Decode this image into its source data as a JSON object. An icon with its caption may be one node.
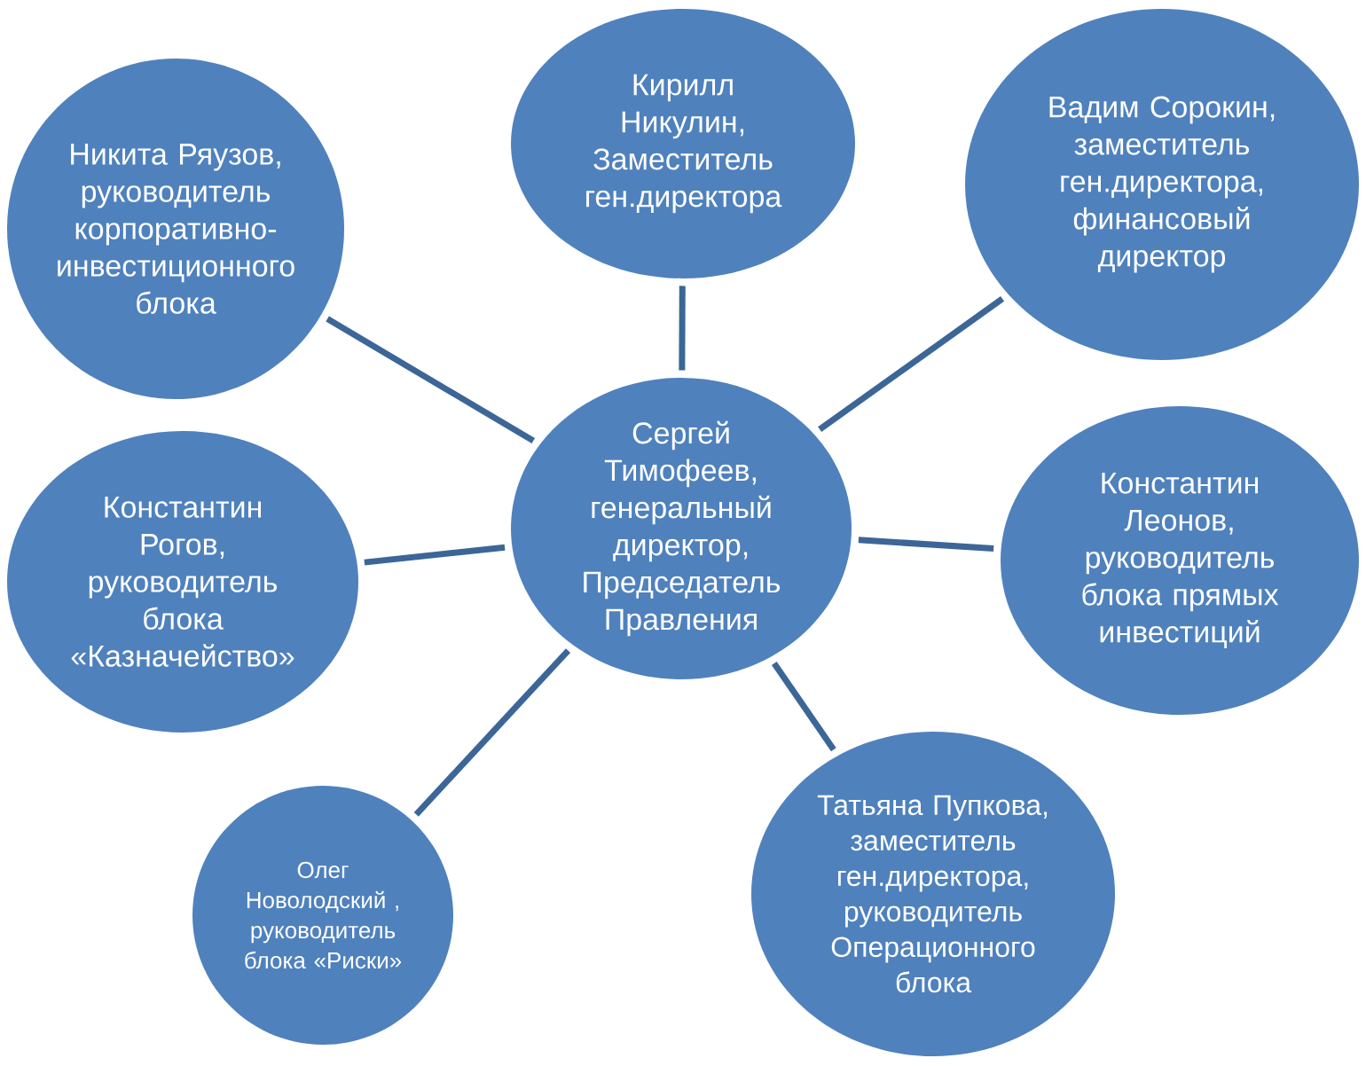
{
  "diagram": {
    "nodes": [
      {
        "text": [
          "Сергей Тимофеев, генеральный директор, Председатель Правления"
        ]
      },
      {
        "text": [
          "Никита Ряузов, руководитель корпоративно-инвестиционного блока"
        ]
      },
      {
        "text": [
          "Кирилл Никулин, Заместитель ген.директора"
        ]
      },
      {
        "text": [
          "Вадим Сорокин, заместитель ген.директора, финансовый директор"
        ]
      },
      {
        "text": [
          "Константин Рогов, руководитель блока «Казначейство»"
        ]
      },
      {
        "text": [
          "Константин Леонов, руководитель блока прямых инвестиций"
        ]
      },
      {
        "text": [
          "Олег Новолодский , руководитель блока «Риски»"
        ]
      },
      {
        "text": [
          "Татьяна Пупкова, заместитель ген.директора, руководитель Операционного блока"
        ]
      }
    ],
    "edges": [
      {
        "from": 0,
        "to": 1,
        "arrow": "none"
      },
      {
        "from": 0,
        "to": 2,
        "arrow": "none"
      },
      {
        "from": 0,
        "to": 3,
        "arrow": "none"
      },
      {
        "from": 0,
        "to": 4,
        "arrow": "none"
      },
      {
        "from": 0,
        "to": 5,
        "arrow": "none"
      },
      {
        "from": 0,
        "to": 6,
        "arrow": "none"
      },
      {
        "from": 0,
        "to": 7,
        "arrow": "none"
      }
    ]
  }
}
